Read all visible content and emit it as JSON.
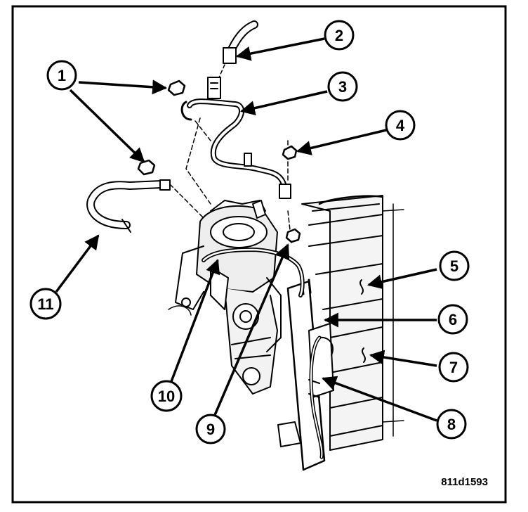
{
  "figure": {
    "id_label": "811d1593",
    "callouts": [
      {
        "label": "1"
      },
      {
        "label": "2"
      },
      {
        "label": "3"
      },
      {
        "label": "4"
      },
      {
        "label": "5"
      },
      {
        "label": "6"
      },
      {
        "label": "7"
      },
      {
        "label": "8"
      },
      {
        "label": "9"
      },
      {
        "label": "10"
      },
      {
        "label": "11"
      }
    ]
  }
}
